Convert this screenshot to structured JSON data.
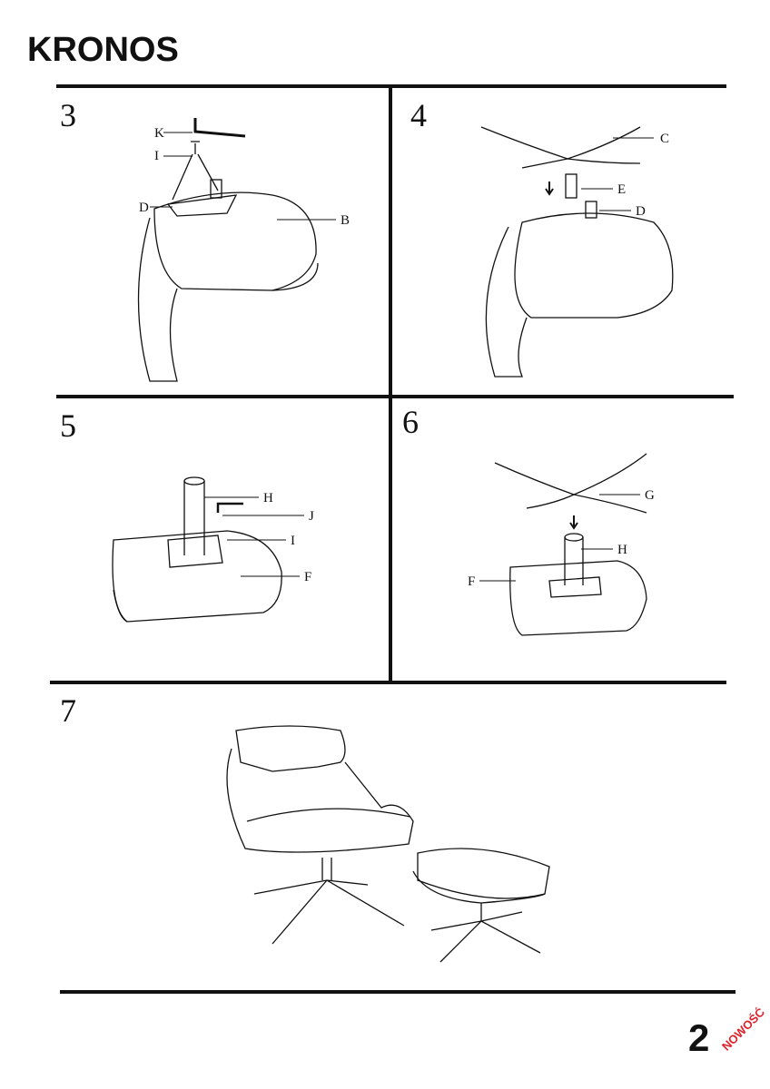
{
  "header": {
    "title": "KRONOS"
  },
  "steps": [
    {
      "number": "3",
      "labels": [
        "K",
        "I",
        "D",
        "B"
      ]
    },
    {
      "number": "4",
      "labels": [
        "C",
        "E",
        "D"
      ]
    },
    {
      "number": "5",
      "labels": [
        "H",
        "J",
        "I",
        "F"
      ]
    },
    {
      "number": "6",
      "labels": [
        "G",
        "H",
        "F"
      ]
    },
    {
      "number": "7"
    }
  ],
  "footer": {
    "page_number": "2",
    "logo_text": "NOWOŚĆ"
  }
}
